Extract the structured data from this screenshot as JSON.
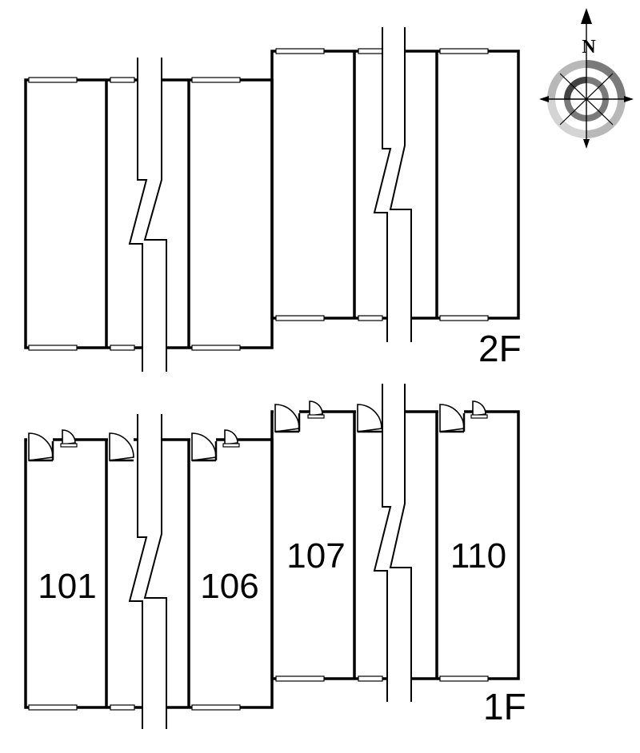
{
  "floors": [
    {
      "label": "2F",
      "units": []
    },
    {
      "label": "1F",
      "units": [
        "101",
        "106",
        "107",
        "110"
      ]
    }
  ],
  "compass": {
    "north_label": "N"
  }
}
